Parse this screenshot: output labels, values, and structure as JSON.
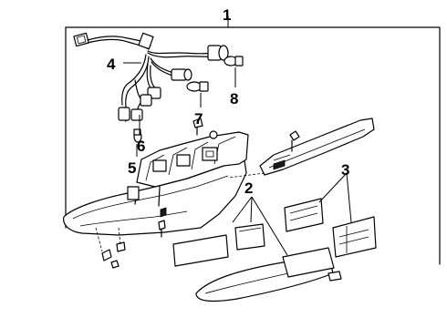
{
  "diagram": {
    "callouts": {
      "c1": "1",
      "c2": "2",
      "c3": "3",
      "c4": "4",
      "c5": "5",
      "c6": "6",
      "c7": "7",
      "c8": "8"
    },
    "colors": {
      "ink": "#000000",
      "paper": "#ffffff"
    }
  }
}
